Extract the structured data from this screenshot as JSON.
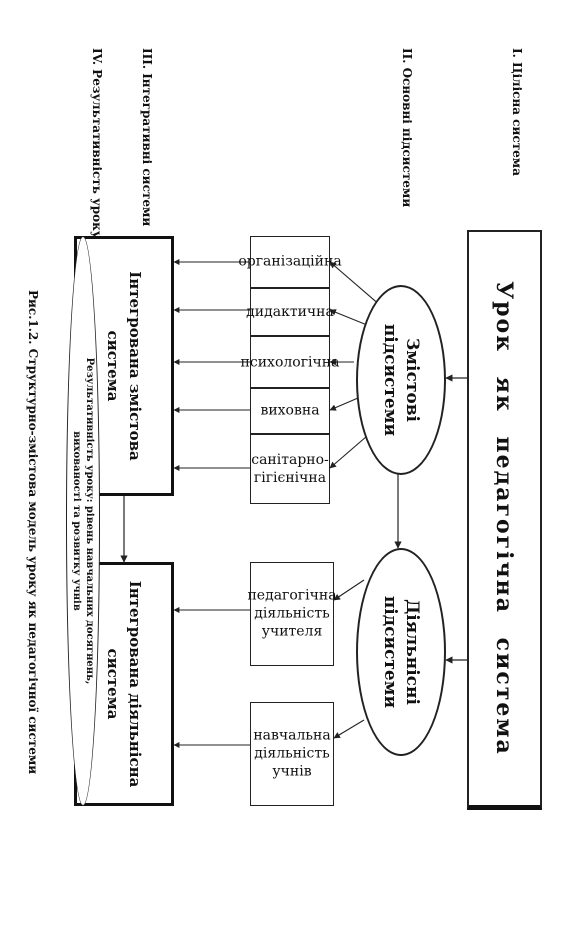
{
  "levels": {
    "l1": "І. Цілісна система",
    "l2": "ІІ. Основні підсистеми",
    "l3": "ІІІ. Інтегративні системи",
    "l4": "ІV. Результативність уроку"
  },
  "title": "Урок як педагогічна система",
  "ellipses": {
    "content": [
      "Змістові",
      "підсистеми"
    ],
    "activity": [
      "Діяльнісні",
      "підсистеми"
    ]
  },
  "content_subsystems": [
    [
      "організаційна"
    ],
    [
      "дидактична"
    ],
    [
      "психологічна"
    ],
    [
      "виховна"
    ],
    [
      "санітарно-",
      "гігієнічна"
    ]
  ],
  "activity_subsystems": [
    [
      "педагогічна",
      "діяльність",
      "учителя"
    ],
    [
      "навчальна",
      "діяльність",
      "учнів"
    ]
  ],
  "integrated": {
    "content": [
      "Інтегрована змістова",
      "система"
    ],
    "activity": [
      "Інтегрована діяльнісна",
      "система"
    ]
  },
  "result": [
    "Результативність уроку: рівень навчальних досягнень,",
    "вихованості та розвитку учнів"
  ],
  "caption": "Рис.1.2. Структурно-змістова модель уроку як педагогічної системи"
}
